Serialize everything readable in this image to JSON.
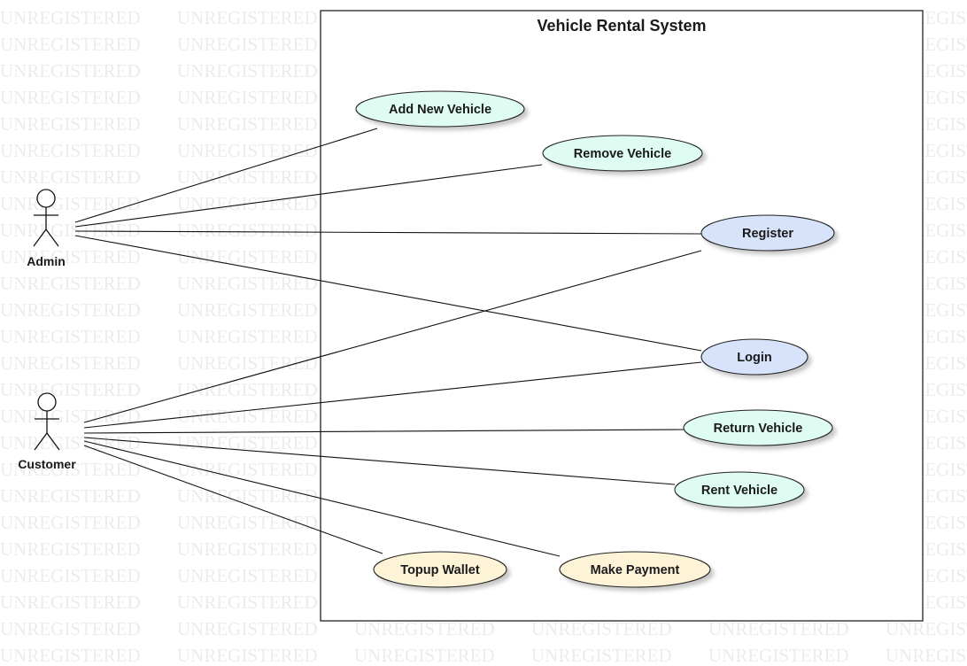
{
  "watermark": {
    "text": "UNREGISTERED",
    "color": "#ececec"
  },
  "system": {
    "title": "Vehicle Rental System"
  },
  "actors": {
    "admin": {
      "label": "Admin"
    },
    "customer": {
      "label": "Customer"
    }
  },
  "use_cases": {
    "add_new_vehicle": {
      "label": "Add New Vehicle",
      "color": "#dffcf3"
    },
    "remove_vehicle": {
      "label": "Remove Vehicle",
      "color": "#dffcf3"
    },
    "register": {
      "label": "Register",
      "color": "#d6e3fb"
    },
    "login": {
      "label": "Login",
      "color": "#d6e3fb"
    },
    "return_vehicle": {
      "label": "Return Vehicle",
      "color": "#dffcf3"
    },
    "rent_vehicle": {
      "label": "Rent Vehicle",
      "color": "#dffcf3"
    },
    "topup_wallet": {
      "label": "Topup Wallet",
      "color": "#fdf4d8"
    },
    "make_payment": {
      "label": "Make Payment",
      "color": "#fdf4d8"
    }
  },
  "associations": [
    {
      "actor": "admin",
      "use_case": "add_new_vehicle"
    },
    {
      "actor": "admin",
      "use_case": "remove_vehicle"
    },
    {
      "actor": "admin",
      "use_case": "register"
    },
    {
      "actor": "admin",
      "use_case": "login"
    },
    {
      "actor": "customer",
      "use_case": "register"
    },
    {
      "actor": "customer",
      "use_case": "login"
    },
    {
      "actor": "customer",
      "use_case": "return_vehicle"
    },
    {
      "actor": "customer",
      "use_case": "rent_vehicle"
    },
    {
      "actor": "customer",
      "use_case": "topup_wallet"
    },
    {
      "actor": "customer",
      "use_case": "make_payment"
    }
  ]
}
